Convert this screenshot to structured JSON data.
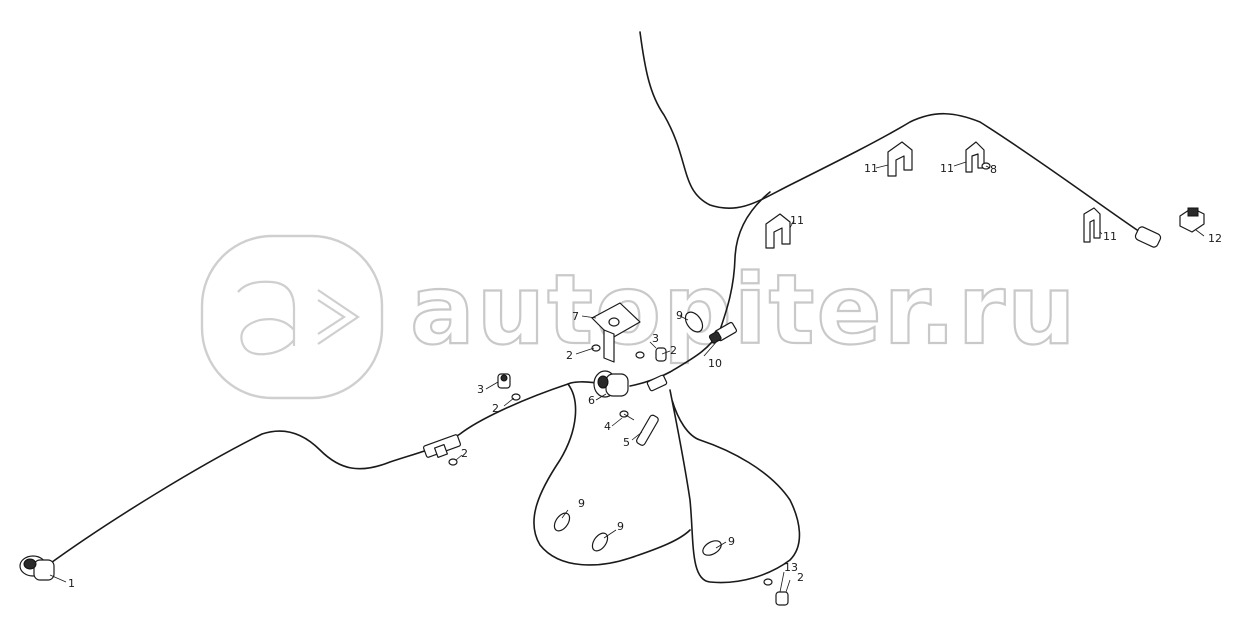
{
  "watermark": {
    "text": "autopiter.ru",
    "logo_glyph": "a>"
  },
  "callouts": [
    {
      "id": "c1",
      "label": "1"
    },
    {
      "id": "c2a",
      "label": "2"
    },
    {
      "id": "c3a",
      "label": "3"
    },
    {
      "id": "c2b",
      "label": "2"
    },
    {
      "id": "c2c",
      "label": "2"
    },
    {
      "id": "c7",
      "label": "7"
    },
    {
      "id": "c6",
      "label": "6"
    },
    {
      "id": "c4",
      "label": "4"
    },
    {
      "id": "c5",
      "label": "5"
    },
    {
      "id": "c3b",
      "label": "3"
    },
    {
      "id": "c2d",
      "label": "2"
    },
    {
      "id": "c9a",
      "label": "9"
    },
    {
      "id": "c10",
      "label": "10"
    },
    {
      "id": "c9b",
      "label": "9"
    },
    {
      "id": "c9c",
      "label": "9"
    },
    {
      "id": "c9d",
      "label": "9"
    },
    {
      "id": "c13",
      "label": "13"
    },
    {
      "id": "c2e",
      "label": "2"
    },
    {
      "id": "c11a",
      "label": "11"
    },
    {
      "id": "c11b",
      "label": "11"
    },
    {
      "id": "c11c",
      "label": "11"
    },
    {
      "id": "c8",
      "label": "8"
    },
    {
      "id": "c11d",
      "label": "11"
    },
    {
      "id": "c12",
      "label": "12"
    }
  ]
}
